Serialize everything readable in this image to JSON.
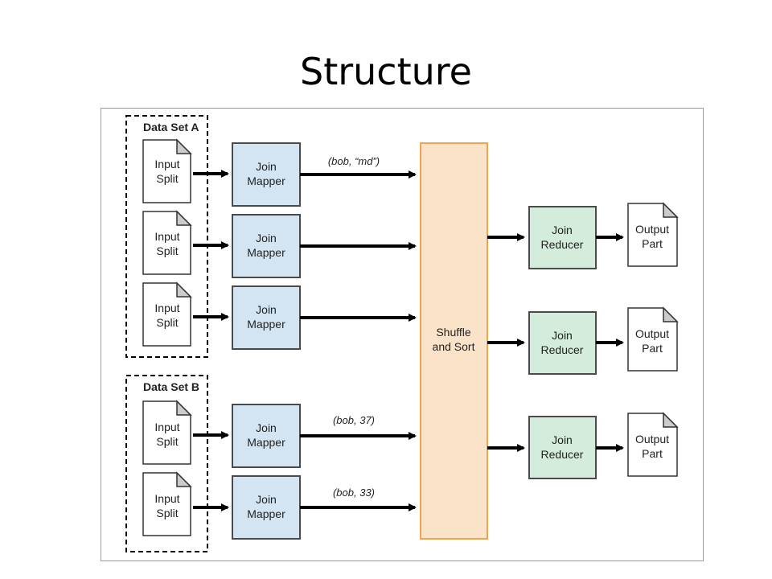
{
  "slide": {
    "title": "Structure"
  },
  "diagram": {
    "group_a_label": "Data Set A",
    "group_b_label": "Data Set B",
    "input_line1": "Input",
    "input_line2": "Split",
    "mapper_line1": "Join",
    "mapper_line2": "Mapper",
    "shuffle_line1": "Shuffle",
    "shuffle_line2": "and Sort",
    "reducer_line1": "Join",
    "reducer_line2": "Reducer",
    "output_line1": "Output",
    "output_line2": "Part",
    "kv_1": "(bob, “md”)",
    "kv_2": "(bob, 37)",
    "kv_3": "(bob, 33)",
    "colors": {
      "mapper_fill": "#d3e5f3",
      "mapper_stroke": "#4a4a4a",
      "shuffle_fill": "#fbe3c9",
      "shuffle_stroke": "#f0a44b",
      "reducer_fill": "#d3ecdc",
      "reducer_stroke": "#4a4a4a"
    }
  }
}
